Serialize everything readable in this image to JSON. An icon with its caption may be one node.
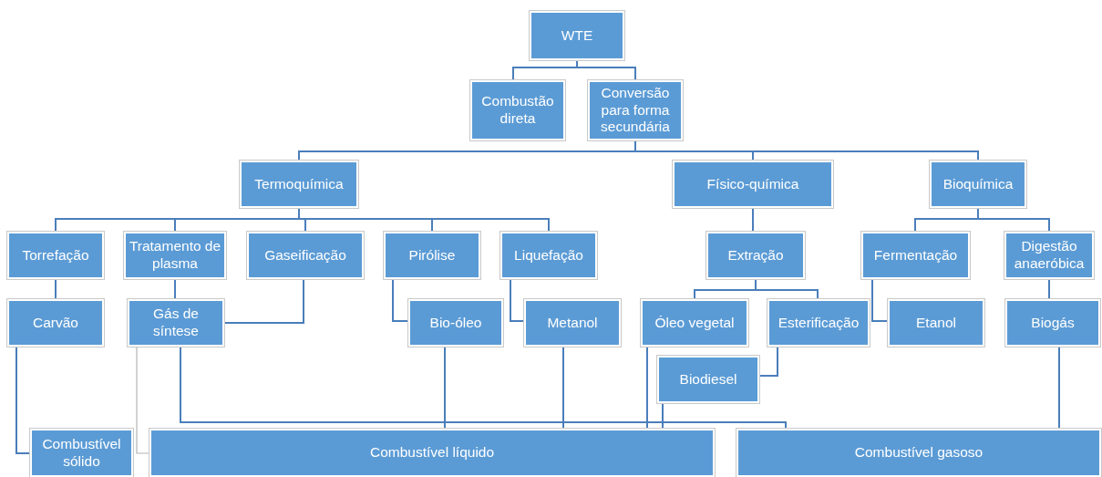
{
  "diagram": {
    "nodes": [
      {
        "text": [
          "WTE"
        ]
      },
      {
        "text": [
          "Combustão direta"
        ]
      },
      {
        "text": [
          "Conversão para forma secundária"
        ]
      },
      {
        "text": [
          "Termoquímica"
        ]
      },
      {
        "text": [
          "Físico-química"
        ]
      },
      {
        "text": [
          "Bioquímica"
        ]
      },
      {
        "text": [
          "Torrefação"
        ]
      },
      {
        "text": [
          "Tratamento de plasma"
        ]
      },
      {
        "text": [
          "Gaseificação"
        ]
      },
      {
        "text": [
          "Pirólise"
        ]
      },
      {
        "text": [
          "Liquefação"
        ]
      },
      {
        "text": [
          "Extração"
        ]
      },
      {
        "text": [
          "Fermentação"
        ]
      },
      {
        "text": [
          "Digestão anaeróbica"
        ]
      },
      {
        "text": [
          "Carvão"
        ]
      },
      {
        "text": [
          "Gás de síntese"
        ]
      },
      {
        "text": [
          "Bio-óleo"
        ]
      },
      {
        "text": [
          "Metanol"
        ]
      },
      {
        "text": [
          "Óleo vegetal"
        ]
      },
      {
        "text": [
          "Esterificação"
        ]
      },
      {
        "text": [
          "Etanol"
        ]
      },
      {
        "text": [
          "Biogás"
        ]
      },
      {
        "text": [
          "Biodiesel"
        ]
      },
      {
        "text": [
          "Combustível sólido"
        ]
      },
      {
        "text": [
          "Combustível líquido"
        ]
      },
      {
        "text": [
          "Combustível gasoso"
        ]
      }
    ],
    "edges": [
      {
        "from": 0,
        "to": 1,
        "arrow": "none"
      },
      {
        "from": 0,
        "to": 2,
        "arrow": "none"
      },
      {
        "from": 2,
        "to": 3,
        "arrow": "none"
      },
      {
        "from": 2,
        "to": 4,
        "arrow": "none"
      },
      {
        "from": 2,
        "to": 5,
        "arrow": "none"
      },
      {
        "from": 3,
        "to": 6,
        "arrow": "none"
      },
      {
        "from": 3,
        "to": 7,
        "arrow": "none"
      },
      {
        "from": 3,
        "to": 8,
        "arrow": "none"
      },
      {
        "from": 3,
        "to": 9,
        "arrow": "none"
      },
      {
        "from": 3,
        "to": 10,
        "arrow": "none"
      },
      {
        "from": 4,
        "to": 11,
        "arrow": "none"
      },
      {
        "from": 5,
        "to": 12,
        "arrow": "none"
      },
      {
        "from": 5,
        "to": 13,
        "arrow": "none"
      },
      {
        "from": 6,
        "to": 14,
        "arrow": "none"
      },
      {
        "from": 7,
        "to": 15,
        "arrow": "none"
      },
      {
        "from": 8,
        "to": 15,
        "arrow": "none"
      },
      {
        "from": 9,
        "to": 16,
        "arrow": "none"
      },
      {
        "from": 10,
        "to": 17,
        "arrow": "none"
      },
      {
        "from": 11,
        "to": 18,
        "arrow": "none"
      },
      {
        "from": 11,
        "to": 19,
        "arrow": "none"
      },
      {
        "from": 12,
        "to": 20,
        "arrow": "none"
      },
      {
        "from": 13,
        "to": 21,
        "arrow": "none"
      },
      {
        "from": 19,
        "to": 22,
        "arrow": "none"
      },
      {
        "from": 14,
        "to": 23,
        "arrow": "none"
      },
      {
        "from": 15,
        "to": 24,
        "arrow": "none",
        "color": "#b4b4b4"
      },
      {
        "from": 15,
        "to": 25,
        "arrow": "none"
      },
      {
        "from": 16,
        "to": 24,
        "arrow": "none"
      },
      {
        "from": 17,
        "to": 24,
        "arrow": "none"
      },
      {
        "from": 18,
        "to": 24,
        "arrow": "none"
      },
      {
        "from": 22,
        "to": 24,
        "arrow": "none"
      },
      {
        "from": 21,
        "to": 25,
        "arrow": "none"
      }
    ]
  }
}
